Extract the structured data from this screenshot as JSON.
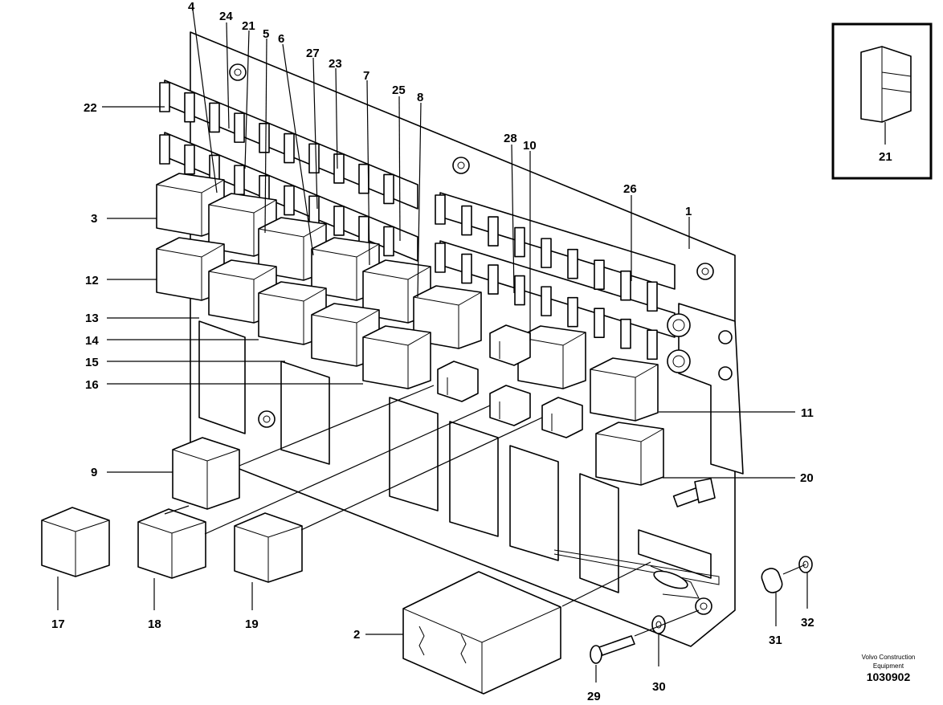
{
  "diagram": {
    "inset_label": "21",
    "credit_line1": "Volvo Construction",
    "credit_line2": "Equipment",
    "figure_number": "1030902",
    "callouts": [
      "1",
      "2",
      "3",
      "4",
      "5",
      "6",
      "7",
      "8",
      "9",
      "10",
      "11",
      "12",
      "13",
      "14",
      "15",
      "16",
      "17",
      "18",
      "19",
      "20",
      "21",
      "22",
      "23",
      "24",
      "25",
      "26",
      "27",
      "28",
      "29",
      "30",
      "31",
      "32"
    ]
  }
}
